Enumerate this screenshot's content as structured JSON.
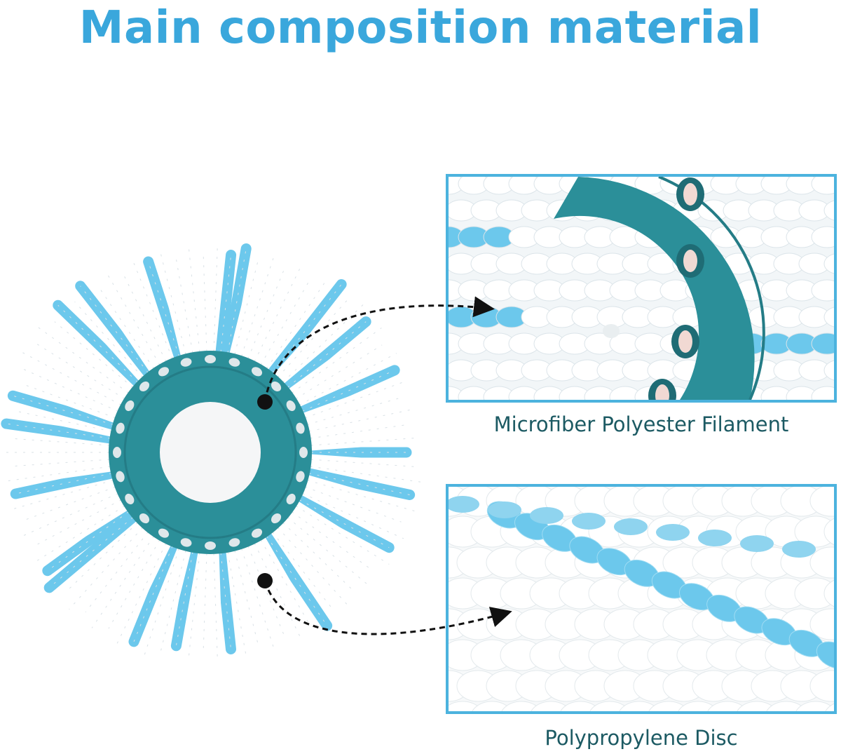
{
  "title": "Main composition material",
  "callouts": [
    {
      "label": "Microfiber Polyester Filament"
    },
    {
      "label": "Polypropylene Disc"
    }
  ],
  "colors": {
    "title": "#3aa7dc",
    "caption": "#1c5a63",
    "panel_border": "#4cb3de",
    "disc": "#2b8f99",
    "fiber_blue": "#6cc8ec",
    "fiber_white": "#ffffff"
  }
}
